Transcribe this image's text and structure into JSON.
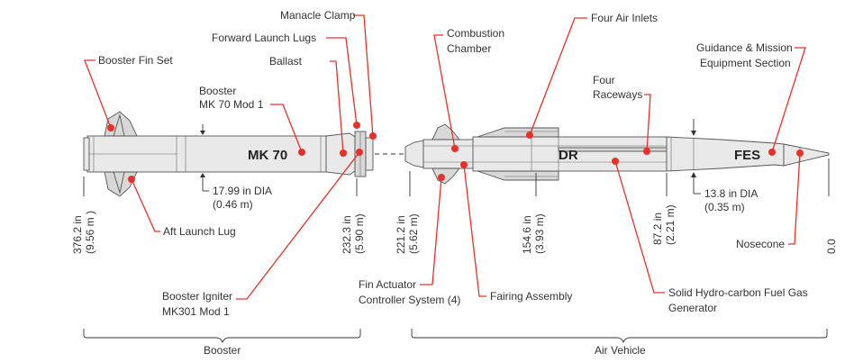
{
  "labels": {
    "manacle_clamp": "Manacle Clamp",
    "forward_launch_lugs": "Forward Launch Lugs",
    "ballast": "Ballast",
    "booster_fin_set": "Booster Fin Set",
    "booster_line1": "Booster",
    "booster_line2": "MK 70 Mod 1",
    "mk70": "MK 70",
    "dia_booster_line1": "17.99 in DIA",
    "dia_booster_line2": "(0.46 m)",
    "aft_launch_lug": "Aft Launch Lug",
    "booster_igniter_line1": "Booster Igniter",
    "booster_igniter_line2": "MK301 Mod 1",
    "combustion_line1": "Combustion",
    "combustion_line2": "Chamber",
    "four_air_inlets": "Four Air Inlets",
    "four_raceways_line1": "Four",
    "four_raceways_line2": "Raceways",
    "guidance_line1": "Guidance & Mission",
    "guidance_line2": "Equipment Section",
    "dr": "DR",
    "fes": "FES",
    "dia_av_line1": "13.8 in DIA",
    "dia_av_line2": "(0.35 m)",
    "nosecone": "Nosecone",
    "fin_actuator_line1": "Fin Actuator",
    "fin_actuator_line2": "Controller System (4)",
    "fairing_assembly": "Fairing Assembly",
    "solid_fuel_line1": "Solid Hydro-carbon Fuel Gas",
    "solid_fuel_line2": "Generator",
    "booster_bracket": "Booster",
    "air_vehicle_bracket": "Air Vehicle"
  },
  "stations": [
    {
      "in": "376.2 in",
      "m": "(9.56 m )"
    },
    {
      "in": "232.3 in",
      "m": "(5.90 m)"
    },
    {
      "in": "221.2 in",
      "m": "(5.62 m)"
    },
    {
      "in": "154.6 in",
      "m": "(3.93 m)"
    },
    {
      "in": "87.2 in",
      "m": "(2.21 m)"
    },
    {
      "in": "0.0",
      "m": ""
    }
  ],
  "colors": {
    "leader": "#e8302a",
    "body_fill": "#e9e9e9",
    "outline": "#555555",
    "text": "#333333"
  }
}
